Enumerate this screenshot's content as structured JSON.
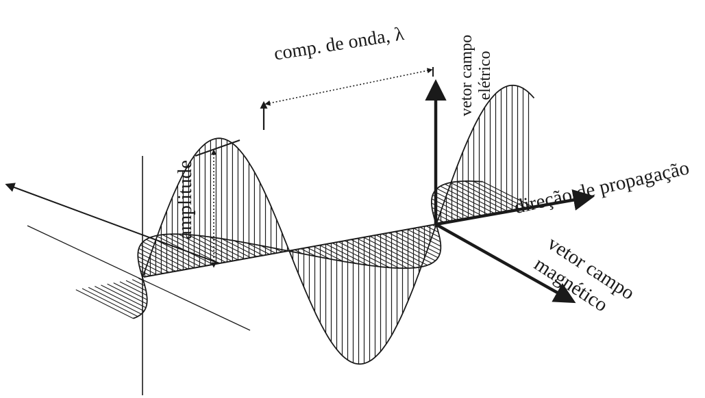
{
  "labels": {
    "wavelength": "comp. de onda, λ",
    "amplitude": "amplitude",
    "electric_field_line1": "vetor campo",
    "electric_field_line2": "elétrico",
    "propagation": "direção de propagação",
    "magnetic_field_line1": "vetor campo",
    "magnetic_field_line2": "magnético"
  },
  "colors": {
    "ink": "#1a1a1a",
    "background": "#ffffff"
  }
}
